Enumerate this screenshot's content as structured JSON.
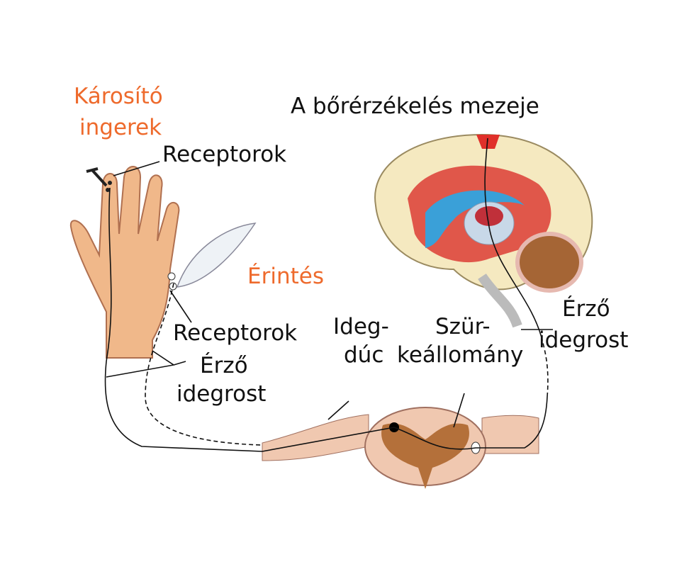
{
  "labels": {
    "noxious_1": "Károsító",
    "noxious_2": "ingerek",
    "receptors_top": "Receptorok",
    "cortex_title": "A bőrérzékelés mezeje",
    "touch": "Érintés",
    "receptors_mid": "Receptorok",
    "fiber_left_1": "Érző",
    "fiber_left_2": "idegrost",
    "ganglion_1": "Ideg-",
    "ganglion_2": "dúc",
    "grey_1": "Szür-",
    "grey_2": "keállomány",
    "fiber_right_1": "Érző",
    "fiber_right_2": "idegrost"
  },
  "colors": {
    "accent": "#ee6a2c",
    "skin": "#f0b88a",
    "brain": "#f5e9c0",
    "cortex": "#e0574a",
    "ventricle": "#3aa0d8"
  }
}
